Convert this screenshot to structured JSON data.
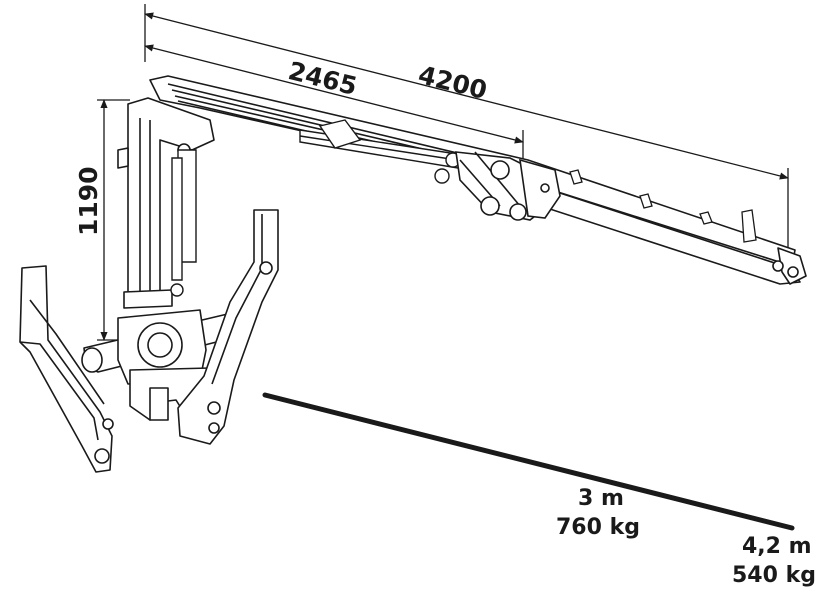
{
  "dimensions": {
    "outreach": "4200",
    "first_boom": "2465",
    "column_height": "1190"
  },
  "load_chart": [
    {
      "reach": "3 m",
      "capacity": "760 kg"
    },
    {
      "reach": "4,2 m",
      "capacity": "540 kg"
    }
  ],
  "colors": {
    "line": "#1a1a1a",
    "fill": "#ffffff",
    "shade": "#e8e8e8"
  }
}
